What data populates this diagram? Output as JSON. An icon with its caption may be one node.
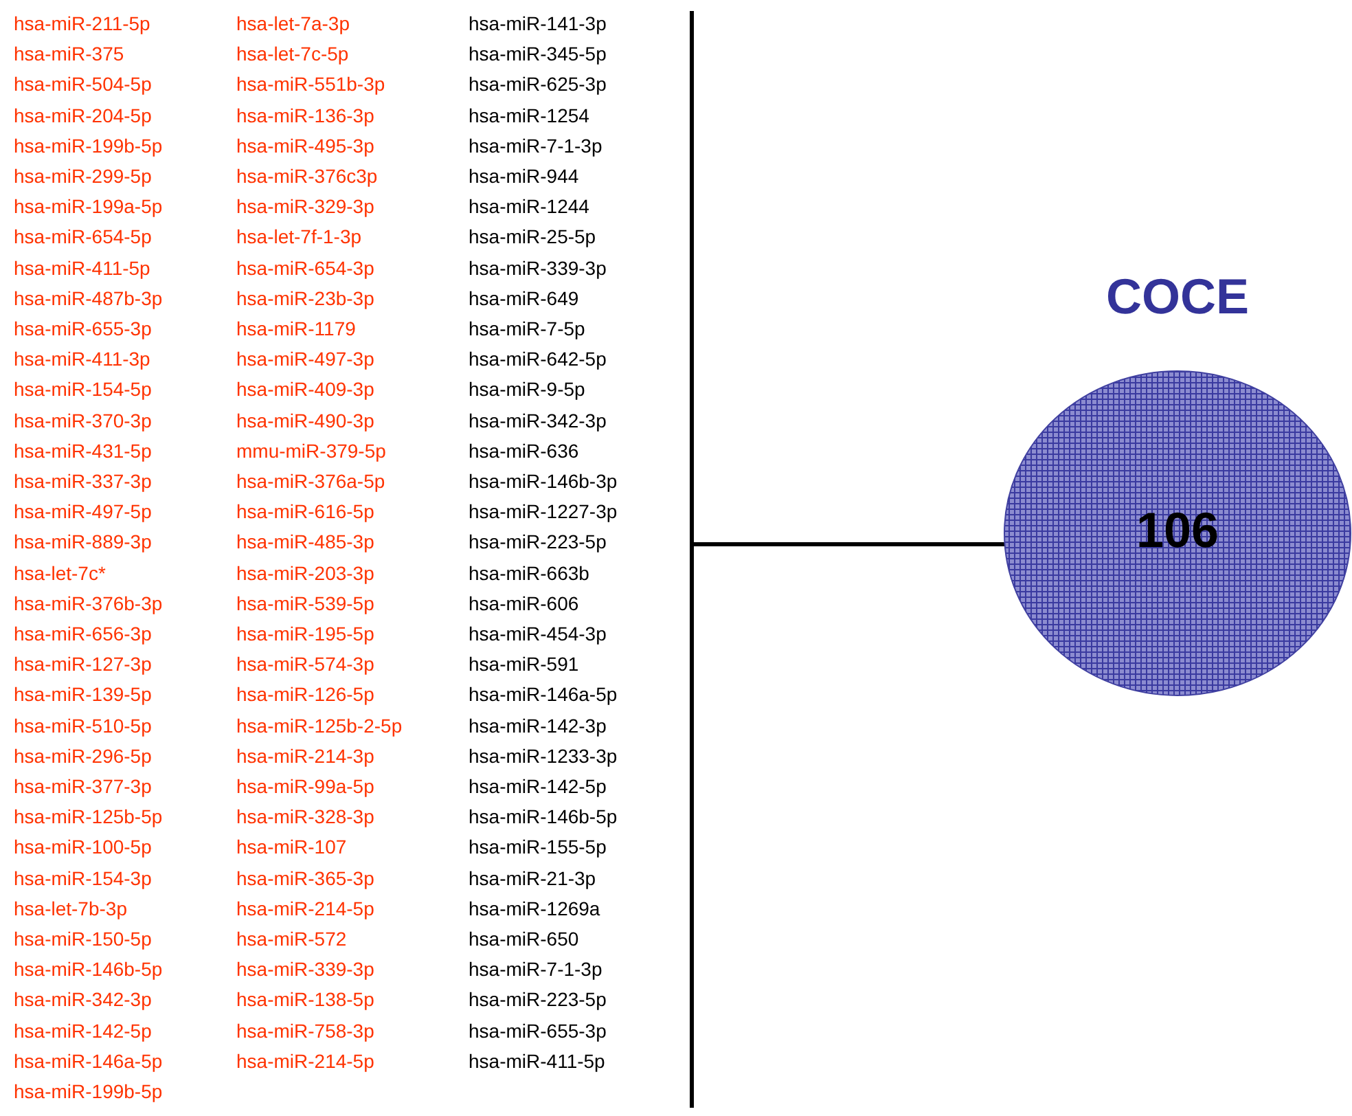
{
  "diagram": {
    "nodes": [
      {
        "text": [],
        "shape": "bar"
      },
      {
        "text": [
          "COCE",
          "106"
        ]
      }
    ],
    "edges": [
      {
        "from": 0,
        "to": 1,
        "arrow": "none"
      }
    ],
    "labels": [
      "hsa-miR-211-5p",
      "hsa-miR-375",
      "hsa-miR-504-5p",
      "hsa-miR-204-5p",
      "hsa-miR-199b-5p",
      "hsa-miR-299-5p",
      "hsa-miR-199a-5p",
      "hsa-miR-654-5p",
      "hsa-miR-411-5p",
      "hsa-miR-487b-3p",
      "hsa-miR-655-3p",
      "hsa-miR-411-3p",
      "hsa-miR-154-5p",
      "hsa-miR-370-3p",
      "hsa-miR-431-5p",
      "hsa-miR-337-3p",
      "hsa-miR-497-5p",
      "hsa-miR-889-3p",
      "hsa-let-7c*",
      "hsa-miR-376b-3p",
      "hsa-miR-656-3p",
      "hsa-miR-127-3p",
      "hsa-miR-139-5p",
      "hsa-miR-510-5p",
      "hsa-miR-296-5p",
      "hsa-miR-377-3p",
      "hsa-miR-125b-5p",
      "hsa-miR-100-5p",
      "hsa-miR-154-3p",
      "hsa-let-7b-3p",
      "hsa-miR-150-5p",
      "hsa-miR-146b-5p",
      "hsa-miR-342-3p",
      "hsa-miR-142-5p",
      "hsa-miR-146a-5p",
      "hsa-miR-199b-5p",
      "hsa-let-7a-3p",
      "hsa-let-7c-5p",
      "hsa-miR-551b-3p",
      "hsa-miR-136-3p",
      "hsa-miR-495-3p",
      "hsa-miR-376c3p",
      "hsa-miR-329-3p",
      "hsa-let-7f-1-3p",
      "hsa-miR-654-3p",
      "hsa-miR-23b-3p",
      "hsa-miR-1179",
      "hsa-miR-497-3p",
      "hsa-miR-409-3p",
      "hsa-miR-490-3p",
      "mmu-miR-379-5p",
      "hsa-miR-376a-5p",
      "hsa-miR-616-5p",
      "hsa-miR-485-3p",
      "hsa-miR-203-3p",
      "hsa-miR-539-5p",
      "hsa-miR-195-5p",
      "hsa-miR-574-3p",
      "hsa-miR-126-5p",
      "hsa-miR-125b-2-5p",
      "hsa-miR-214-3p",
      "hsa-miR-99a-5p",
      "hsa-miR-328-3p",
      "hsa-miR-107",
      "hsa-miR-365-3p",
      "hsa-miR-214-5p",
      "hsa-miR-572",
      "hsa-miR-339-3p",
      "hsa-miR-138-5p",
      "hsa-miR-758-3p",
      "hsa-miR-214-5p",
      "hsa-miR-141-3p",
      "hsa-miR-345-5p",
      "hsa-miR-625-3p",
      "hsa-miR-1254",
      "hsa-miR-7-1-3p",
      "hsa-miR-944",
      "hsa-miR-1244",
      "hsa-miR-25-5p",
      "hsa-miR-339-3p",
      "hsa-miR-649",
      "hsa-miR-7-5p",
      "hsa-miR-642-5p",
      "hsa-miR-9-5p",
      "hsa-miR-342-3p",
      "hsa-miR-636",
      "hsa-miR-146b-3p",
      "hsa-miR-1227-3p",
      "hsa-miR-223-5p",
      "hsa-miR-663b",
      "hsa-miR-606",
      "hsa-miR-454-3p",
      "hsa-miR-591",
      "hsa-miR-146a-5p",
      "hsa-miR-142-3p",
      "hsa-miR-1233-3p",
      "hsa-miR-142-5p",
      "hsa-miR-146b-5p",
      "hsa-miR-155-5p",
      "hsa-miR-21-3p",
      "hsa-miR-1269a",
      "hsa-miR-650",
      "hsa-miR-7-1-3p",
      "hsa-miR-223-5p",
      "hsa-miR-655-3p",
      "hsa-miR-411-5p"
    ]
  }
}
